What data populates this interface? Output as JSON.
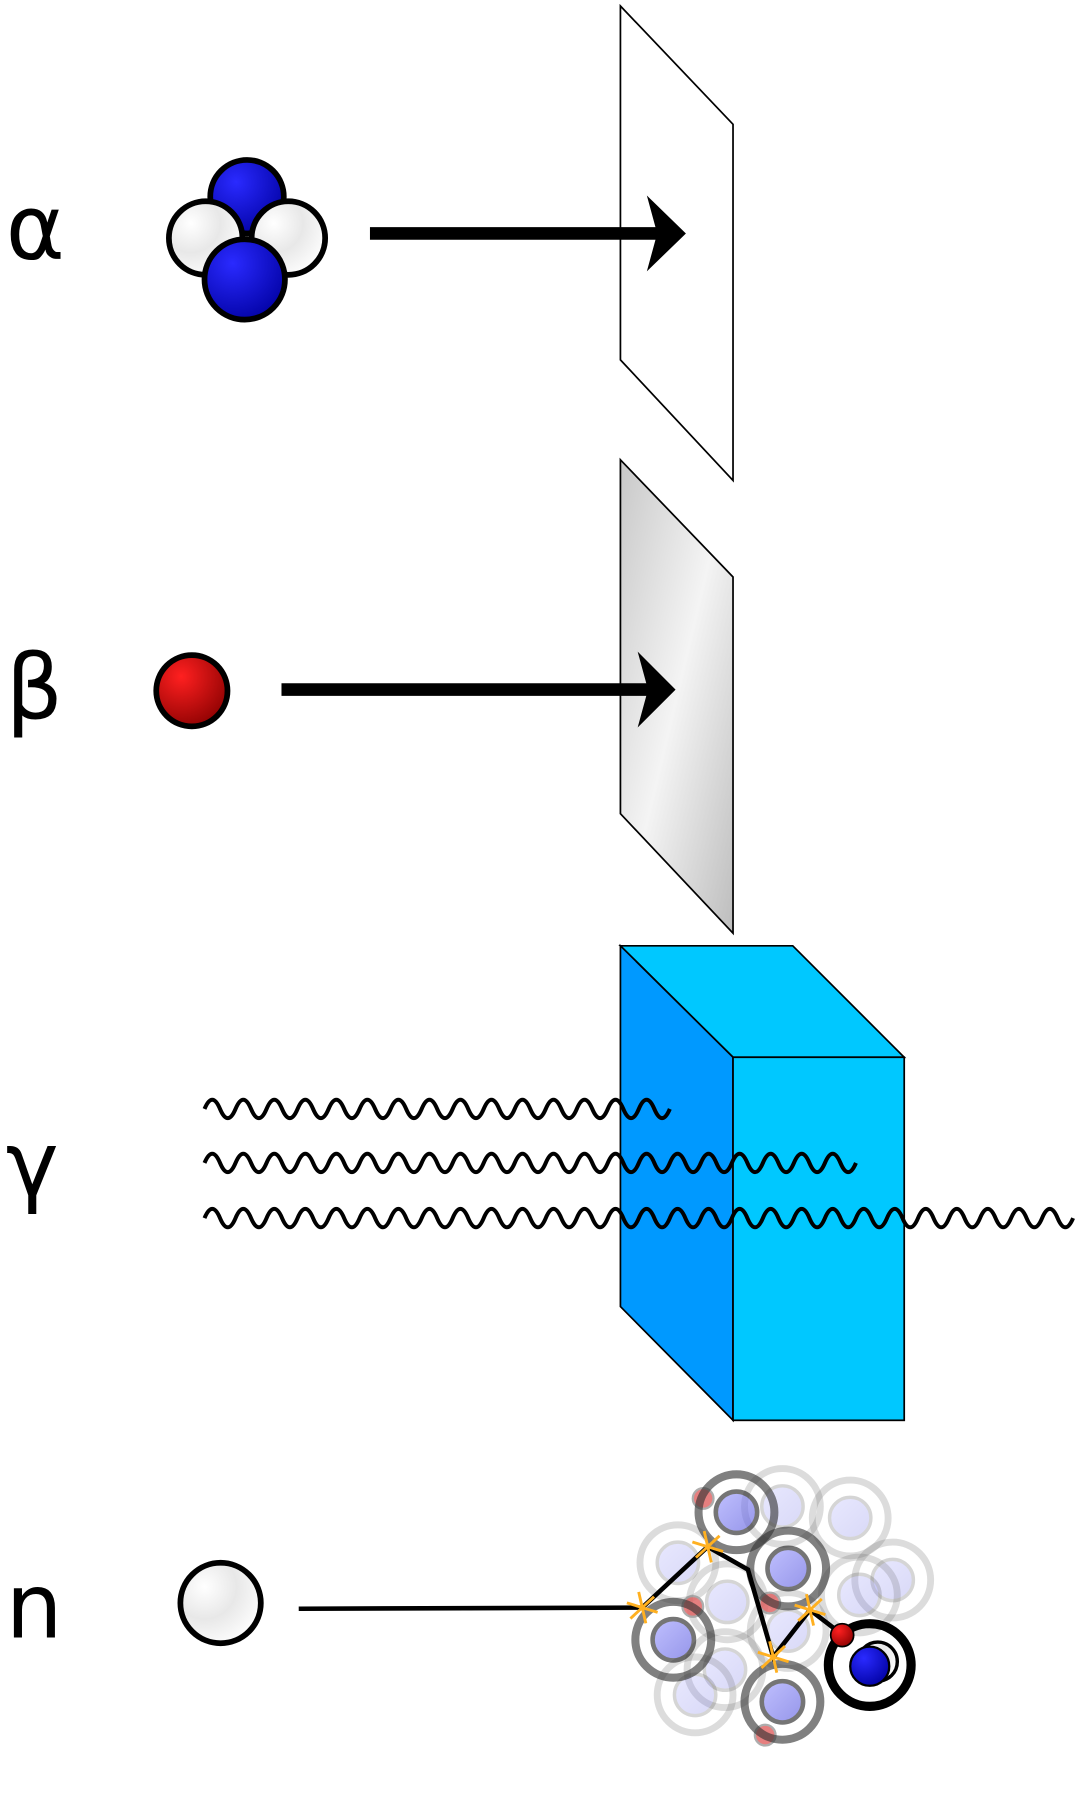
{
  "rows": [
    {
      "label": "α",
      "particle": "alpha",
      "barrier": "paper"
    },
    {
      "label": "β",
      "particle": "beta",
      "barrier": "aluminium"
    },
    {
      "label": "γ",
      "particle": "gamma",
      "barrier": "block"
    },
    {
      "label": "n",
      "particle": "neutron",
      "barrier": "nuclei"
    }
  ],
  "colors": {
    "proton": "#0000ee",
    "neutron": "#eeeeee",
    "electron": "#cc0000",
    "block_front": "#00c8ff",
    "block_side": "#0099ff",
    "spark": "#ffb020"
  }
}
